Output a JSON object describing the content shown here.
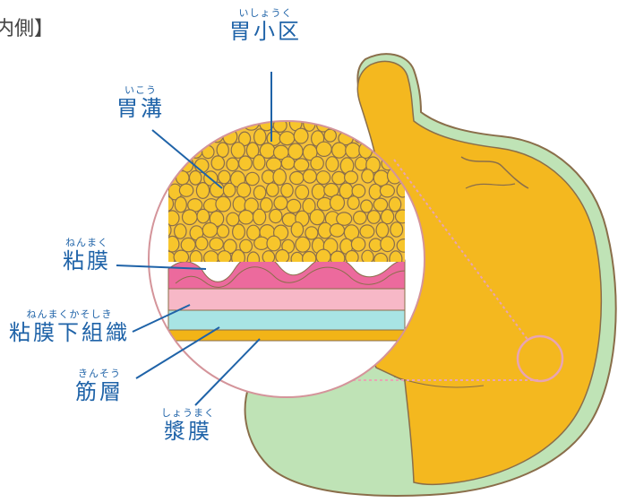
{
  "title": "内側】",
  "labels": {
    "gastric_areas": {
      "ruby": "いしょうく",
      "name": "胃小区"
    },
    "gastric_groove": {
      "ruby": "いこう",
      "name": "胃溝"
    },
    "mucosa": {
      "ruby": "ねんまく",
      "name": "粘膜"
    },
    "submucosa": {
      "ruby": "ねんまくかそしき",
      "name": "粘膜下組織"
    },
    "muscle_layer": {
      "ruby": "きんそう",
      "name": "筋層"
    },
    "serosa": {
      "ruby": "しょうまく",
      "name": "漿膜"
    }
  },
  "colors": {
    "label_text": "#1f63a8",
    "stomach_yellow": "#f4b81f",
    "stomach_green": "#bfe3b6",
    "stomach_outline": "#8a6e4a",
    "mucosa_pink": "#ec6a9d",
    "submucosa_pink": "#f7b8c7",
    "muscle_cyan": "#a8e4e4",
    "serosa_yellow": "#f2b417",
    "magnifier_ring": "#d4949a"
  }
}
